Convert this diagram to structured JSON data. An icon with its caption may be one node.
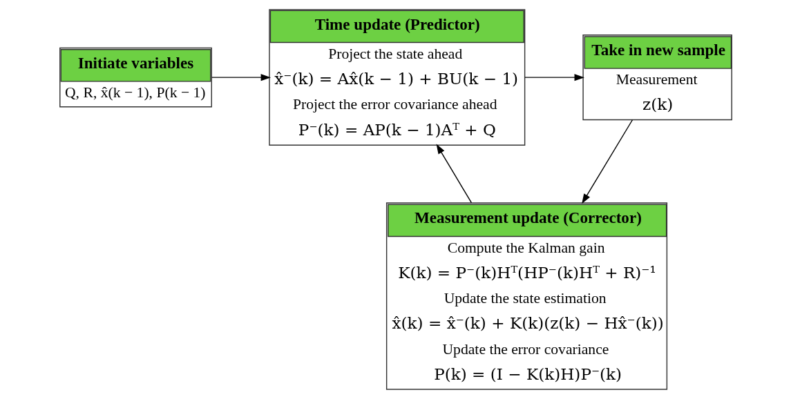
{
  "diagram": {
    "nodes": [
      {
        "text": [
          "Initiate variables",
          "Q, R, x̂(k − 1), P(k − 1)"
        ]
      },
      {
        "text": [
          "Time update (Predictor)",
          "Project the state ahead",
          "x̂⁻(k) = Ax̂(k − 1) + BU(k − 1)",
          "Project the error covariance ahead",
          "P⁻(k) = AP(k − 1)Aᵀ + Q"
        ]
      },
      {
        "text": [
          "Take in new sample",
          "Measurement",
          "z(k)"
        ]
      },
      {
        "text": [
          "Measurement update (Corrector)",
          "Compute the Kalman gain",
          "K(k) = P⁻(k)Hᵀ(HP⁻(k)Hᵀ + R)⁻¹",
          "Update the state estimation",
          "x̂(k) = x̂⁻(k) + K(k)(z(k) − Hx̂⁻(k))",
          "Update the error covariance",
          "P(k) = (I − K(k)H)P⁻(k)"
        ]
      }
    ],
    "edges": [
      {
        "from": 0,
        "to": 1,
        "arrow": "to"
      },
      {
        "from": 1,
        "to": 2,
        "arrow": "to"
      },
      {
        "from": 2,
        "to": 3,
        "arrow": "to"
      },
      {
        "from": 3,
        "to": 1,
        "arrow": "to"
      }
    ]
  }
}
